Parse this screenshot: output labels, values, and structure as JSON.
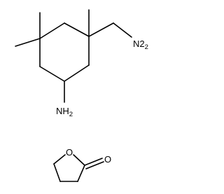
{
  "molecules": [
    {
      "atoms": {
        "amine_ch2": {
          "element": "N",
          "hydrogens": "2"
        },
        "ring_amine": {
          "element": "N",
          "hydrogens": "2"
        }
      }
    },
    {
      "atoms": {
        "ring_oxygen": {
          "element": "O"
        },
        "carbonyl_oxygen": {
          "element": "O"
        }
      }
    }
  ]
}
